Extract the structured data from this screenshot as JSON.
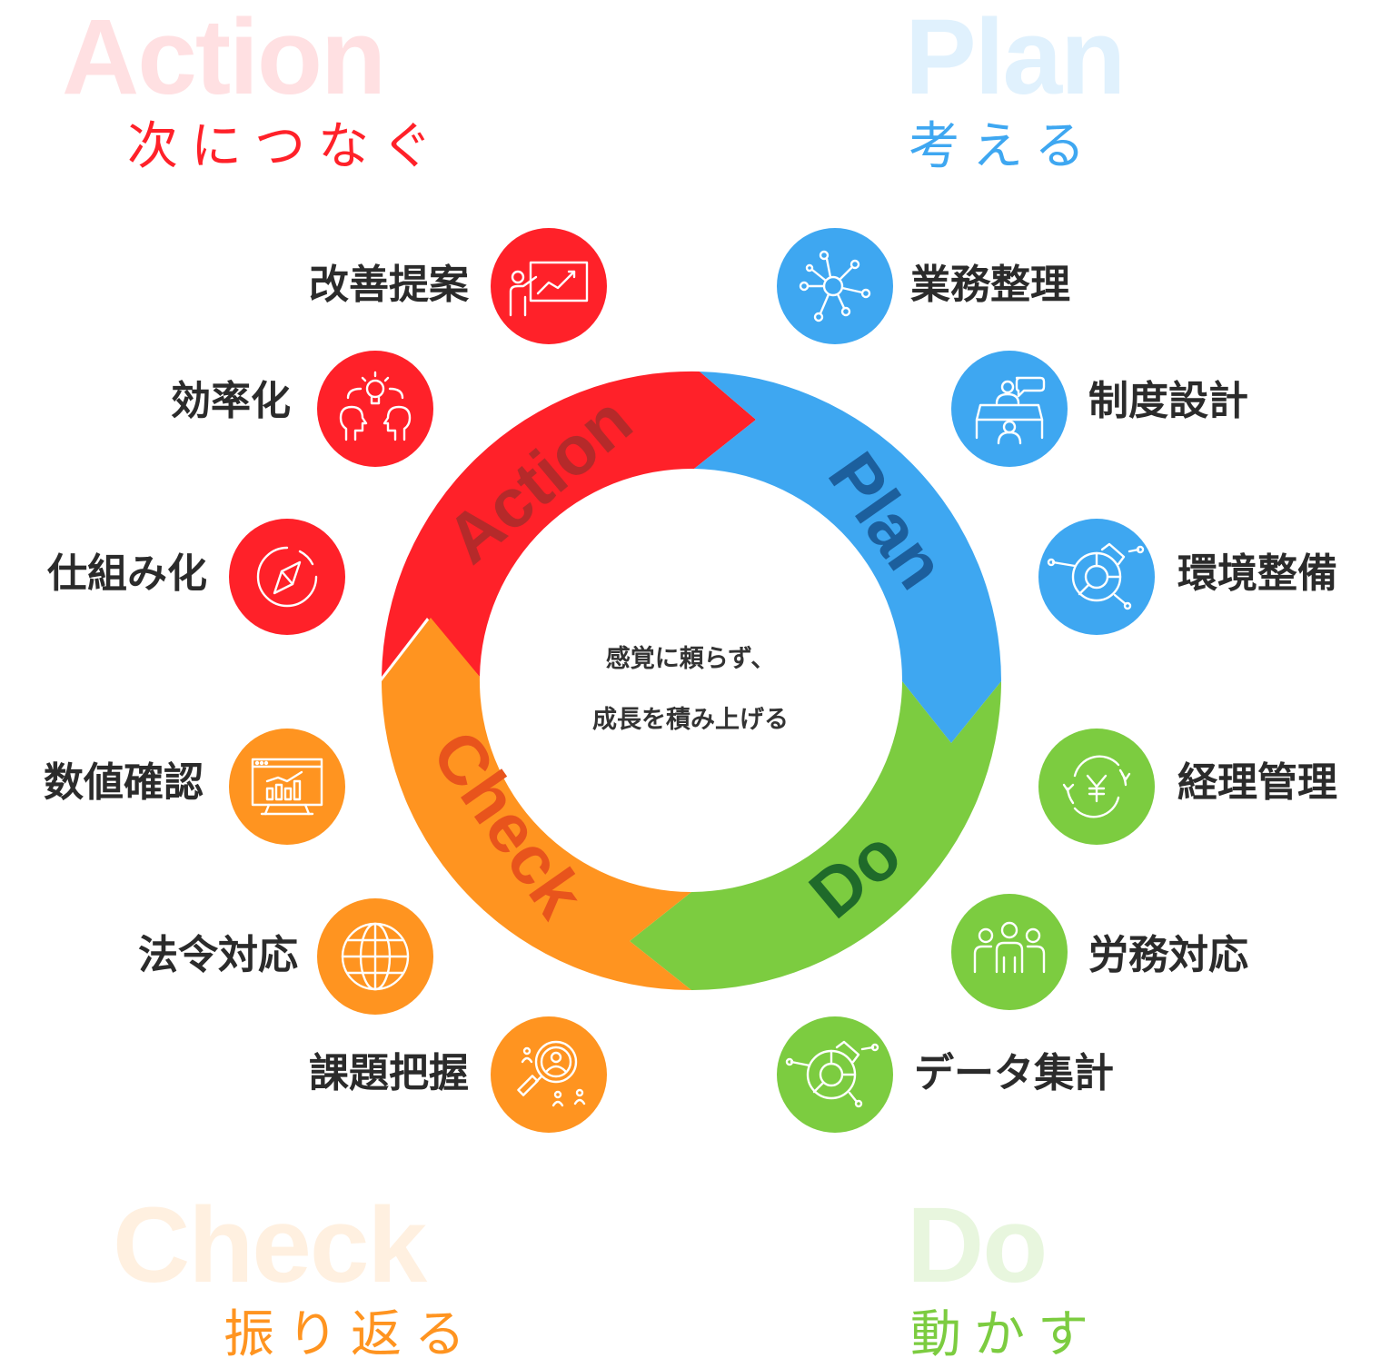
{
  "colors": {
    "action": "#ff2129",
    "plan": "#3ea7f1",
    "do": "#7ccc40",
    "check": "#ff9420",
    "action_faint": "#ffe0e2",
    "plan_faint": "#e0f1fd",
    "do_faint": "#e8f6de",
    "check_faint": "#fff0e0",
    "action_ring_text": "#b52a2a",
    "plan_ring_text": "#1c5f9d",
    "do_ring_text": "#1f6a2a",
    "check_ring_text": "#e8541c"
  },
  "quadrants": {
    "action": {
      "title": "Action",
      "subtitle": "次につなぐ"
    },
    "plan": {
      "title": "Plan",
      "subtitle": "考える"
    },
    "check": {
      "title": "Check",
      "subtitle": "振り返る"
    },
    "do": {
      "title": "Do",
      "subtitle": "動かす"
    }
  },
  "ring": {
    "action": "Action",
    "plan": "Plan",
    "do": "Do",
    "check": "Check"
  },
  "center": {
    "line1": "感覚に頼らず、",
    "line2": "成長を積み上げる"
  },
  "items": {
    "kaizen": {
      "label": "改善提案",
      "icon": "presentation-chart-icon"
    },
    "kouritsu": {
      "label": "効率化",
      "icon": "team-idea-icon"
    },
    "shikumi": {
      "label": "仕組み化",
      "icon": "compass-icon"
    },
    "suuchi": {
      "label": "数値確認",
      "icon": "monitor-chart-icon"
    },
    "hourei": {
      "label": "法令対応",
      "icon": "globe-icon"
    },
    "kadai": {
      "label": "課題把握",
      "icon": "magnifier-people-icon"
    },
    "gyoumu": {
      "label": "業務整理",
      "icon": "network-icon"
    },
    "seido": {
      "label": "制度設計",
      "icon": "meeting-icon"
    },
    "kankyou": {
      "label": "環境整備",
      "icon": "pie-network-icon"
    },
    "keiri": {
      "label": "経理管理",
      "icon": "yen-cycle-icon"
    },
    "roumu": {
      "label": "労務対応",
      "icon": "group-people-icon"
    },
    "data": {
      "label": "データ集計",
      "icon": "pie-data-icon"
    }
  }
}
